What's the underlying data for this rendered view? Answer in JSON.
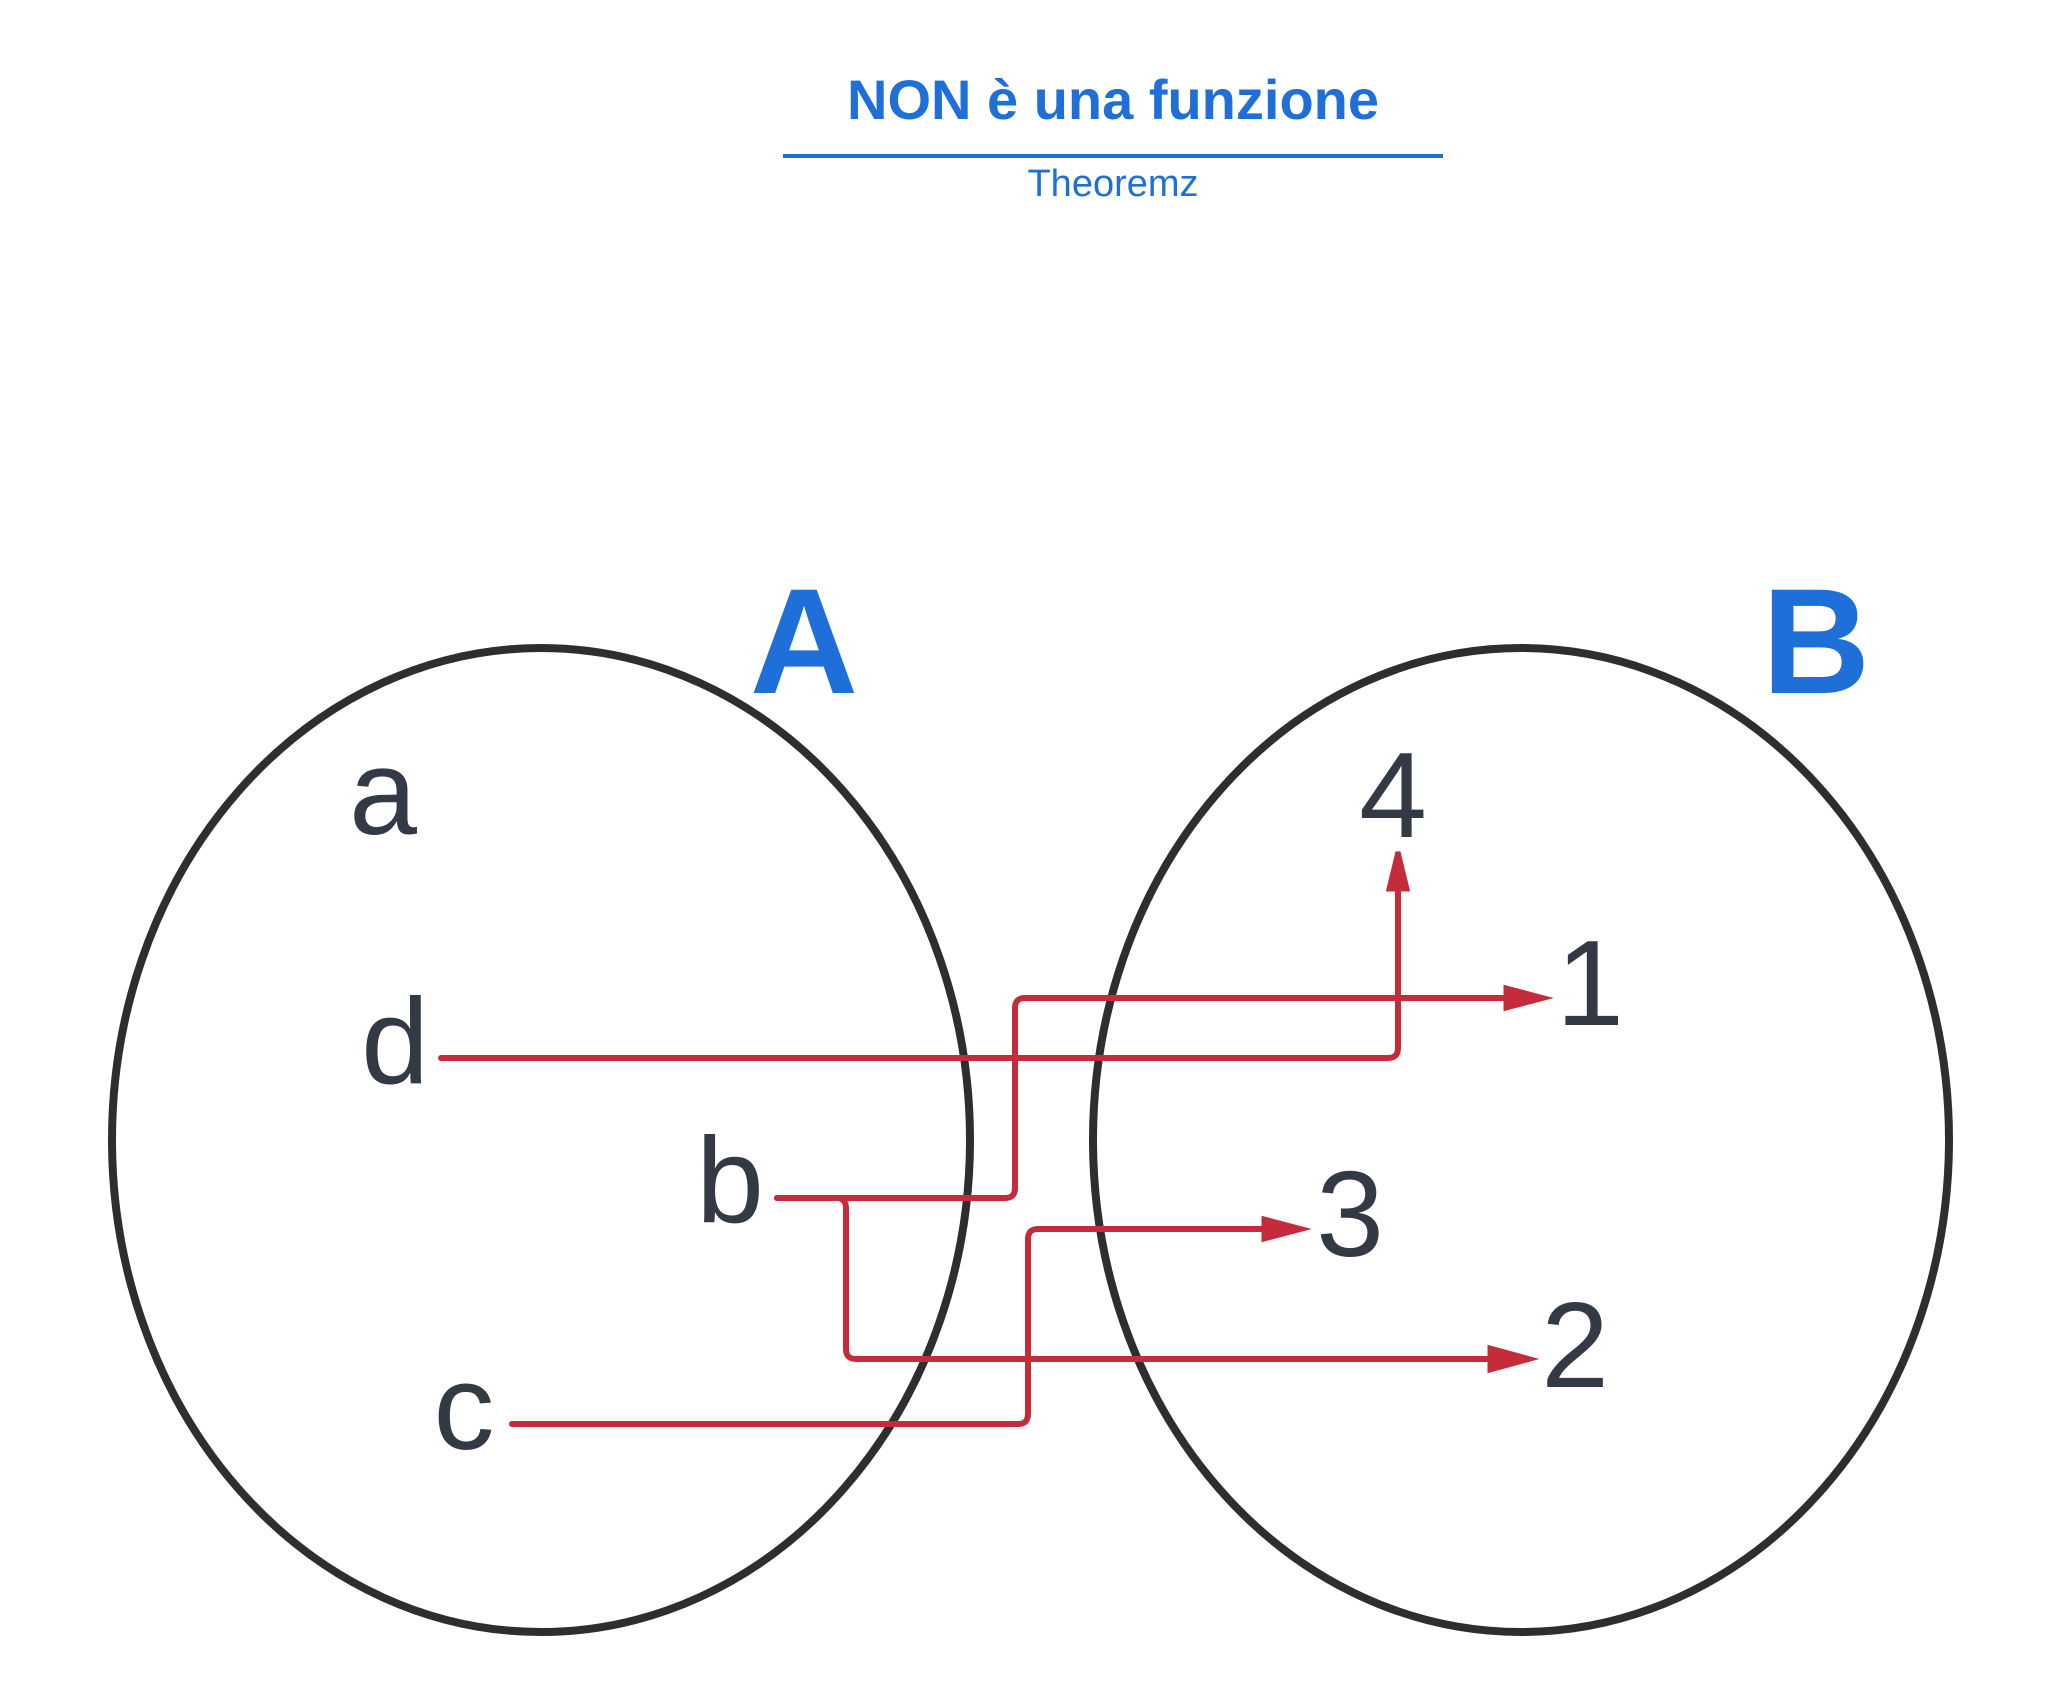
{
  "header": {
    "title": "NON è una funzione",
    "subtitle": "Theoremz"
  },
  "diagram": {
    "set_a": {
      "label": "A",
      "elements": {
        "a": "a",
        "d": "d",
        "b": "b",
        "c": "c"
      }
    },
    "set_b": {
      "label": "B",
      "elements": {
        "n4": "4",
        "n1": "1",
        "n3": "3",
        "n2": "2"
      }
    },
    "mappings": [
      {
        "from": "d",
        "to": "4"
      },
      {
        "from": "b",
        "to": "1"
      },
      {
        "from": "b",
        "to": "2"
      },
      {
        "from": "c",
        "to": "3"
      }
    ],
    "colors": {
      "title": "#1f6fd8",
      "set_label": "#1f6fd8",
      "element_text": "#333a45",
      "outline": "#2e2e30",
      "arrow": "#c52b3b"
    }
  }
}
